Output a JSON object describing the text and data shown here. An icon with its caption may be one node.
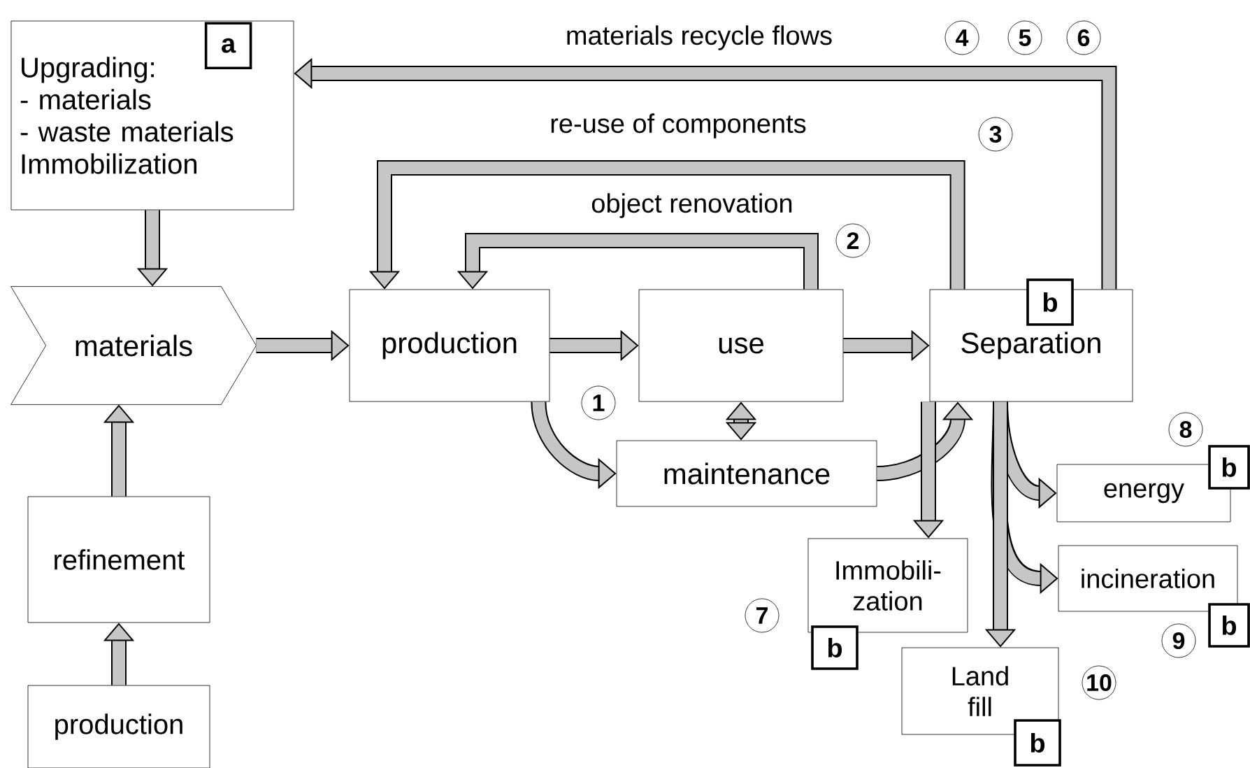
{
  "diagram": {
    "nodes": [
      {
        "text": [
          "Upgrading:",
          "- materials",
          "- waste materials",
          "Immobilization"
        ]
      },
      {
        "text": [
          "materials"
        ]
      },
      {
        "text": [
          "production"
        ]
      },
      {
        "text": [
          "use"
        ]
      },
      {
        "text": [
          "Separation"
        ]
      },
      {
        "text": [
          "maintenance"
        ]
      },
      {
        "text": [
          "Immobili-zation"
        ]
      },
      {
        "text": [
          "energy"
        ]
      },
      {
        "text": [
          "incineration"
        ]
      },
      {
        "text": [
          "Land fill"
        ]
      },
      {
        "text": [
          "refinement"
        ]
      },
      {
        "text": [
          "production"
        ]
      },
      {
        "text": [
          "a"
        ],
        "in": 0
      },
      {
        "text": [
          "b"
        ]
      },
      {
        "text": [
          "b"
        ]
      },
      {
        "text": [
          "b"
        ]
      },
      {
        "text": [
          "b"
        ]
      },
      {
        "text": [
          "b"
        ]
      }
    ],
    "edges": [
      {
        "from": 1,
        "to": 2,
        "arrow": "to"
      },
      {
        "from": 2,
        "to": 3,
        "arrow": "to"
      },
      {
        "from": 3,
        "to": 4,
        "arrow": "to"
      },
      {
        "from": 0,
        "to": 1,
        "arrow": "to"
      },
      {
        "from": 10,
        "to": 1,
        "arrow": "to"
      },
      {
        "from": 11,
        "to": 10,
        "arrow": "to"
      },
      {
        "from": 4,
        "to": 0,
        "arrow": "to",
        "label": "materials recycle flows"
      },
      {
        "from": 4,
        "to": 2,
        "arrow": "to",
        "label": "re-use of components"
      },
      {
        "from": 3,
        "to": 2,
        "arrow": "to",
        "label": "object renovation"
      },
      {
        "from": 2,
        "to": 5,
        "arrow": "to"
      },
      {
        "from": 3,
        "to": 5,
        "arrow": "both"
      },
      {
        "from": 5,
        "to": 4,
        "arrow": "to"
      },
      {
        "from": 4,
        "to": 6,
        "arrow": "to"
      },
      {
        "from": 4,
        "to": 7,
        "arrow": "to"
      },
      {
        "from": 4,
        "to": 8,
        "arrow": "to"
      },
      {
        "from": 4,
        "to": 9,
        "arrow": "to"
      }
    ],
    "labels": [
      "4",
      "5",
      "6",
      "3",
      "2",
      "1",
      "8",
      "7",
      "9",
      "10"
    ]
  }
}
